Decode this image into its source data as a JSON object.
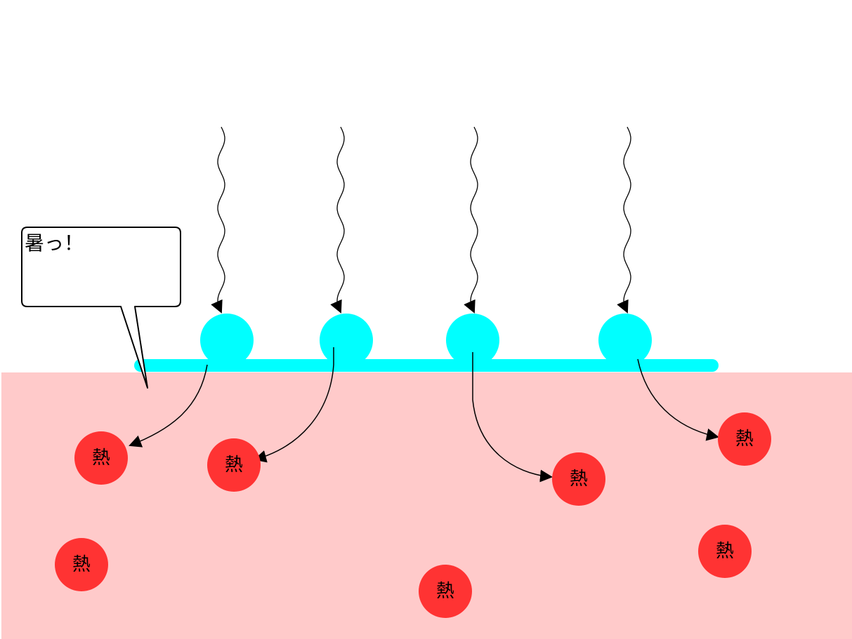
{
  "speech_bubble": {
    "text": "暑っ！"
  },
  "heat_particles": [
    {
      "label": "熱"
    },
    {
      "label": "熱"
    },
    {
      "label": "熱"
    },
    {
      "label": "熱"
    },
    {
      "label": "熱"
    },
    {
      "label": "熱"
    },
    {
      "label": "熱"
    }
  ],
  "colors": {
    "skin": "#ffcaca",
    "sweat": "#00ffff",
    "heat": "#ff3333",
    "line": "#000000"
  }
}
